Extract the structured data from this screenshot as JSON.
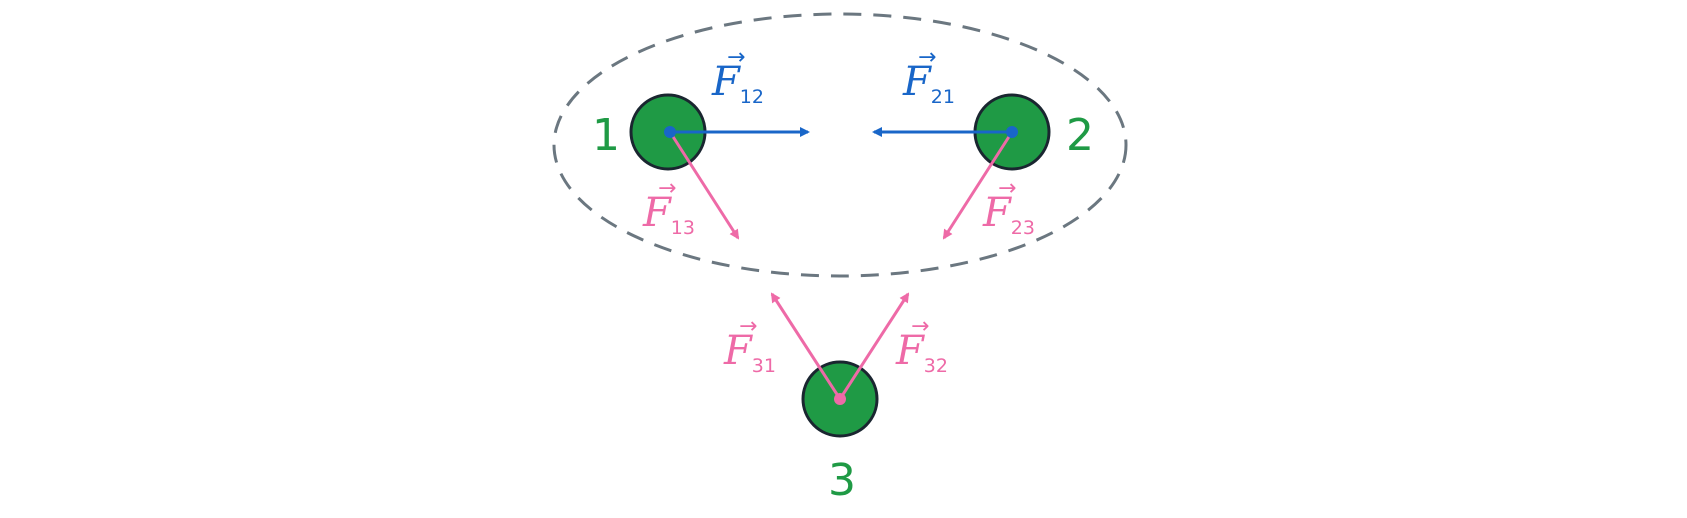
{
  "colors": {
    "particle_fill": "#1f9a45",
    "particle_stroke": "#1a2630",
    "internal_force": "#1966c8",
    "external_force": "#ee6aa7",
    "label_green": "#1f9a45",
    "system_boundary": "#6b7780"
  },
  "particles": [
    {
      "label": "1"
    },
    {
      "label": "2"
    },
    {
      "label": "3"
    }
  ],
  "forces": [
    {
      "symbol": "F",
      "subscript": "12",
      "kind": "internal"
    },
    {
      "symbol": "F",
      "subscript": "21",
      "kind": "internal"
    },
    {
      "symbol": "F",
      "subscript": "13",
      "kind": "external"
    },
    {
      "symbol": "F",
      "subscript": "23",
      "kind": "external"
    },
    {
      "symbol": "F",
      "subscript": "31",
      "kind": "external"
    },
    {
      "symbol": "F",
      "subscript": "32",
      "kind": "external"
    }
  ],
  "vector_arrow_glyph": "→"
}
